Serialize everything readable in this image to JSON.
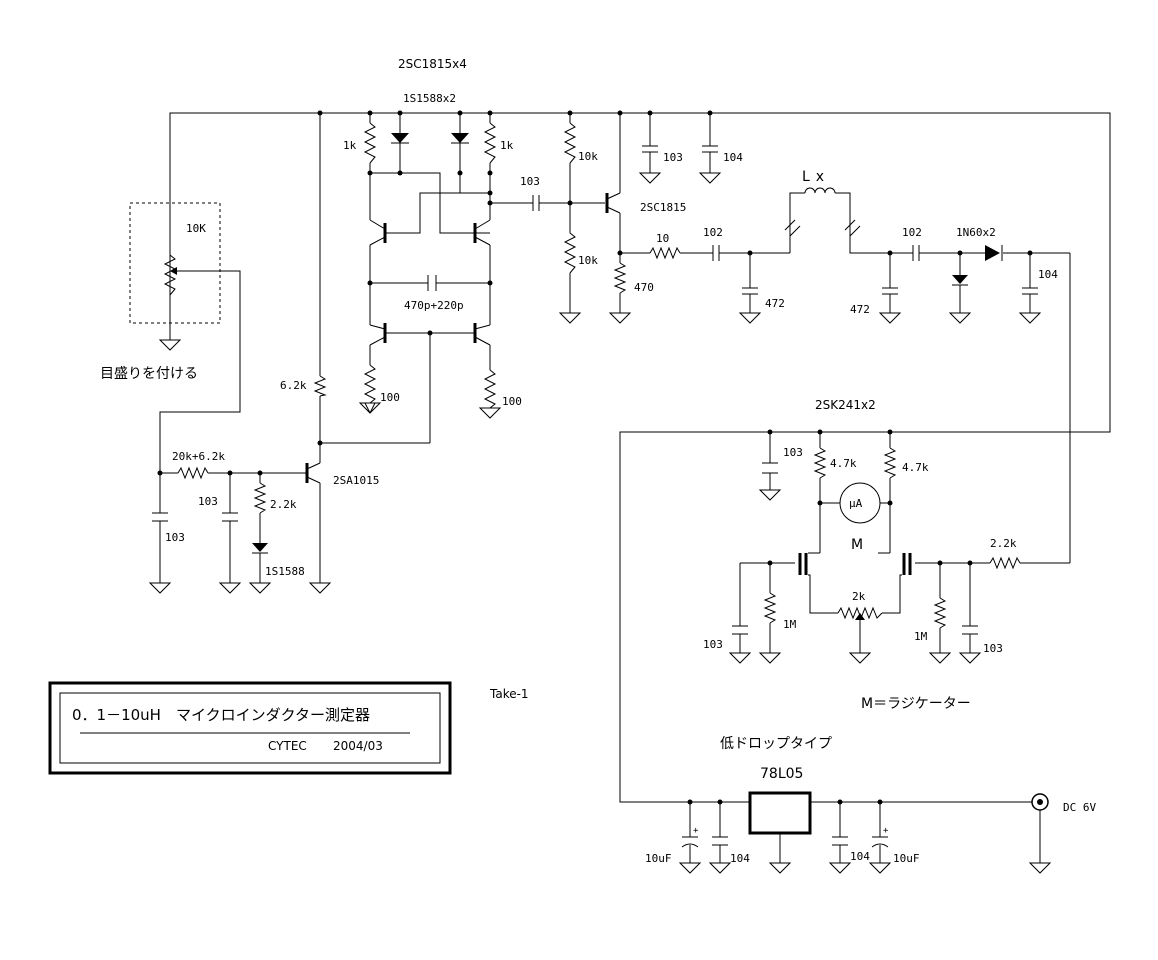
{
  "labels": {
    "top_transistors": "2SC1815x4",
    "diodes_pair": "1S1588x2",
    "r_1k_left": "1k",
    "r_1k_right": "1k",
    "r_10k_a": "10k",
    "r_10k_b": "10k",
    "c_103_top": "103",
    "c_103_out": "103",
    "c_104_top": "104",
    "q_2sc1815": "2SC1815",
    "r_10": "10",
    "c_102_a": "102",
    "c_102_b": "102",
    "lx": "Lx",
    "diode_1n60": "1N60x2",
    "c_104_det": "104",
    "c_472_a": "472",
    "c_472_b": "472",
    "r_470": "470",
    "c_470p": "470p+220p",
    "r_100_left": "100",
    "r_100_right": "100",
    "pot_10k": "10K",
    "scale_note": "目盛りを付ける",
    "r_6_2k": "6.2k",
    "r_20k": "20k+6.2k",
    "q_2sa1015": "2SA1015",
    "c_103_bl": "103",
    "c_103_bl2": "103",
    "r_2_2k_b": "2.2k",
    "d_1s1588": "1S1588",
    "fet": "2SK241x2",
    "c_103_fet": "103",
    "r_4_7k_a": "4.7k",
    "r_4_7k_b": "4.7k",
    "meter": "μA",
    "meter_m": "M",
    "r_2_2k_fet": "2.2k",
    "r_2k": "2k",
    "r_1m_a": "1M",
    "r_1m_b": "1M",
    "c_103_l": "103",
    "c_103_r": "103",
    "m_note": "M＝ラジケーター",
    "regulator_note": "低ドロップタイプ",
    "regulator": "78L05",
    "c_10uf_a": "10uF",
    "c_104_a": "104",
    "c_104_b": "104",
    "c_10uf_b": "10uF",
    "dc_in": "DC 6V",
    "take": "Take-1"
  },
  "title_box": {
    "title": "0．1－10uH　マイクロインダクター測定器",
    "author": "CYTEC",
    "date": "2004/03"
  }
}
